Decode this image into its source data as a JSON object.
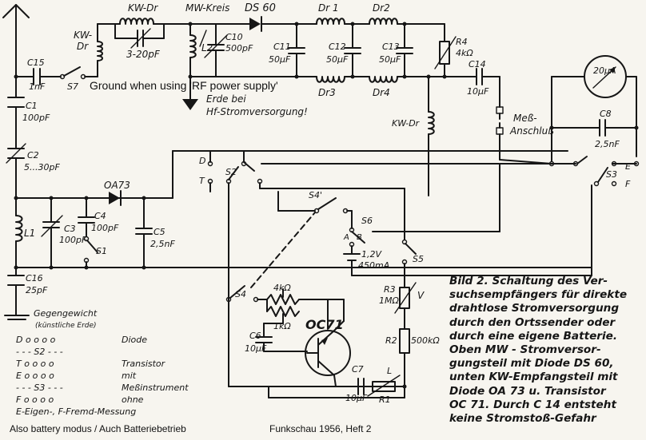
{
  "overlay_texts": {
    "ground_note": "Ground when using 'RF power supply'",
    "footer_left": "Also battery modus / Auch Batteriebetrieb",
    "footer_center": "Funkschau 1956, Heft 2"
  },
  "labels": {
    "kw_dr_top": "KW-Dr",
    "kw_dr_left_1": "KW-",
    "kw_dr_left_2": "Dr",
    "cap_trim_value": "3-20pF",
    "mw_kreis": "MW-Kreis",
    "ds60": "DS 60",
    "l2": "L2",
    "c10": "C10",
    "c10_value": "500pF",
    "dr1": "Dr 1",
    "dr2": "Dr2",
    "dr3": "Dr3",
    "dr4": "Dr4",
    "c11": "C11",
    "c11_value": "50µF",
    "c12": "C12",
    "c12_value": "50µF",
    "c13": "C13",
    "c13_value": "50µF",
    "r4": "R4",
    "r4_value": "4kΩ",
    "c14": "C14",
    "c14_value": "10µF",
    "c15": "C15",
    "c15_value": "1nF",
    "s7": "S7",
    "c1": "C1",
    "c1_value": "100pF",
    "c2": "C2",
    "c2_value": "5...30pF",
    "erde_bei": "Erde bei",
    "hf_strom": "Hf-Stromversorgung!",
    "kw_dr_mid": "KW-Dr",
    "mess_1": "Meß-",
    "mess_2": "Anschluß",
    "meter_value": "20µA",
    "c8": "C8",
    "c8_value": "2,5nF",
    "sw_d": "D",
    "sw_t": "T",
    "s2": "S2",
    "s3": "S3",
    "sw_e": "E",
    "sw_f": "F",
    "oa73": "OA73",
    "l1": "L1",
    "c3": "C3",
    "c3_value": "100pF",
    "c4": "C4",
    "c4_value": "100pF",
    "s1": "S1",
    "c5": "C5",
    "c5_value": "2,5nF",
    "s4_prime": "S4'",
    "s6": "S6",
    "bat_a": "A",
    "bat_b": "B",
    "bat_v": "1,2V",
    "bat_ma": "450mA",
    "s5": "S5",
    "c16": "C16",
    "c16_value": "25pF",
    "gegengewicht": "Gegengewicht",
    "kunstliche_erde": "(künstliche Erde)",
    "s4": "S4",
    "r_4k": "4kΩ",
    "r_1k": "1kΩ",
    "r3": "R3",
    "r3_value": "1MΩ",
    "v_label": "V",
    "c6": "C6",
    "c6_value": "10µF",
    "oc71": "OC71",
    "r2": "R2",
    "r2_value": "500kΩ",
    "c7": "C7",
    "c7_value": "10µF",
    "l_label": "L",
    "r1": "R1"
  },
  "legend": {
    "rows": [
      {
        "symbols": "D  o    o    o   o",
        "text": "Diode"
      },
      {
        "symbols": "       - - - S2 - - -",
        "text": ""
      },
      {
        "symbols": "T  o    o    o   o",
        "text": "Transistor"
      },
      {
        "symbols": "E  o    o    o   o",
        "text": "mit"
      },
      {
        "symbols": "       - - - S3 - - -",
        "text": "Meßinstrument"
      },
      {
        "symbols": "F  o    o    o   o",
        "text": "ohne"
      },
      {
        "symbols": "E-Eigen-, F-Fremd-Messung",
        "text": ""
      }
    ]
  },
  "caption_lines": [
    "Bild 2. Schaltung des Ver-",
    "suchsempfängers für direkte",
    "drahtlose Stromversorgung",
    "durch den Ortssender oder",
    "durch eine eigene Batterie.",
    "Oben     MW - Stromversor-",
    "gungsteil mit Diode DS 60,",
    "unten KW-Empfangsteil mit",
    "Diode OA 73 u. Transistor",
    "OC 71. Durch C 14 entsteht",
    "keine Stromstoß-Gefahr"
  ]
}
